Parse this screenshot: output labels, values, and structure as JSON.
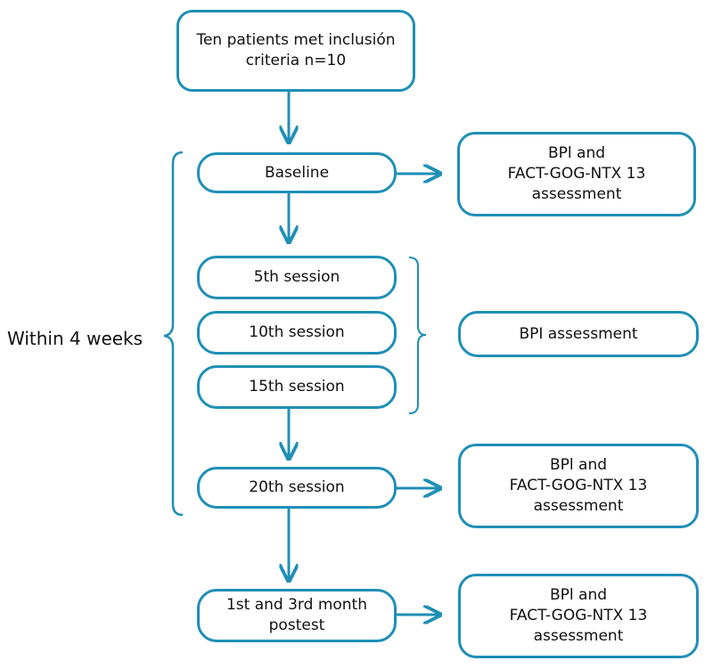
{
  "colors": {
    "line": "#1f8fb6",
    "text": "#111111",
    "background": "#ffffff"
  },
  "nodes": {
    "start": {
      "lines": [
        "Ten patients met inclusión",
        "criteria n=10"
      ]
    },
    "baseline": {
      "lines": [
        "Baseline"
      ]
    },
    "s5": {
      "lines": [
        "5th session"
      ]
    },
    "s10": {
      "lines": [
        "10th session"
      ]
    },
    "s15": {
      "lines": [
        "15th session"
      ]
    },
    "s20": {
      "lines": [
        "20th session"
      ]
    },
    "post": {
      "lines": [
        "1st and 3rd month",
        "postest"
      ]
    },
    "a1": {
      "lines": [
        "BPl and",
        "FACT-GOG-NTX 13",
        "assessment"
      ]
    },
    "a2": {
      "lines": [
        "BPI assessment"
      ]
    },
    "a3": {
      "lines": [
        "BPl and",
        "FACT-GOG-NTX 13",
        "assessment"
      ]
    },
    "a4": {
      "lines": [
        "BPl and",
        "FACT-GOG-NTX 13",
        "assessment"
      ]
    }
  },
  "side_label": "Within 4 weeks"
}
